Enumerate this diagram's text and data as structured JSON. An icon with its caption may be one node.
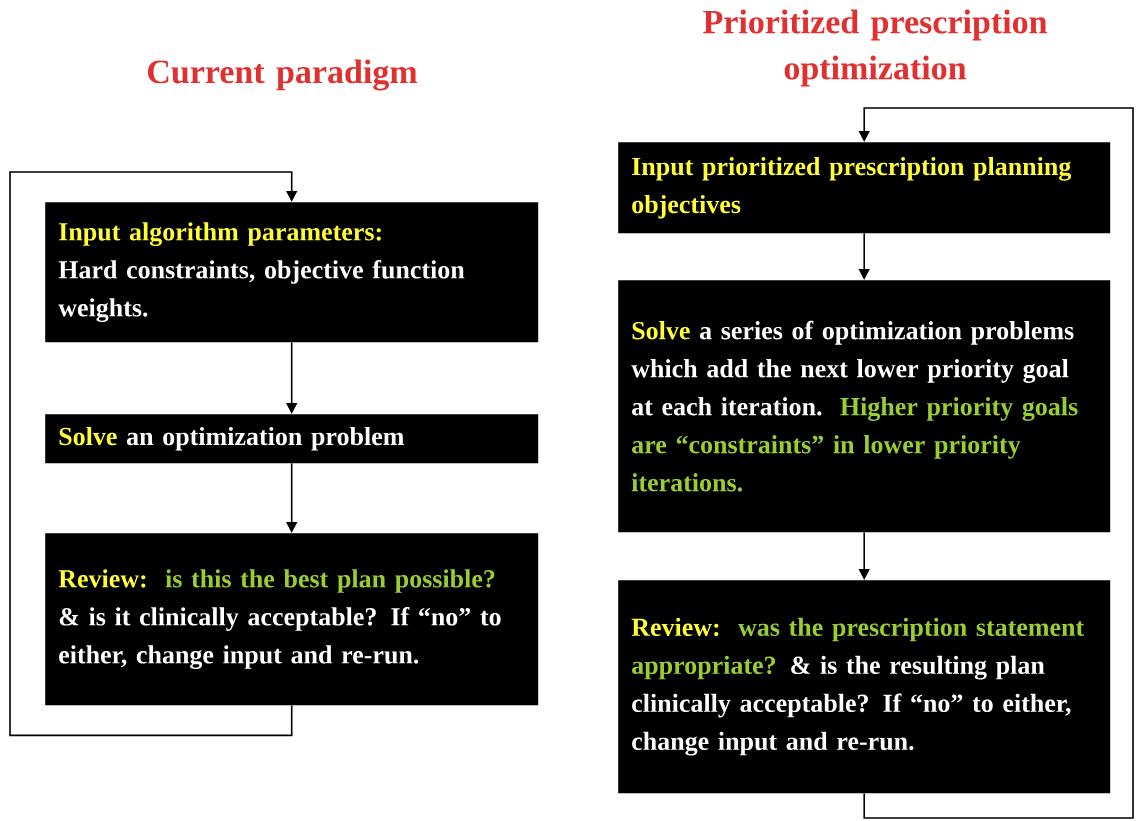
{
  "diagram": {
    "nodes": [
      {
        "text": [
          "Input algorithm parameters:",
          "Hard constraints, objective function weights."
        ]
      },
      {
        "text": [
          "Solve",
          "an optimization problem"
        ]
      },
      {
        "text": [
          "Review:",
          "is this the best plan possible?",
          "& is it clinically acceptable?  If “no” to either, change input and re-run."
        ]
      },
      {
        "text": [
          "Input prioritized prescription planning objectives"
        ]
      },
      {
        "text": [
          "Solve",
          "a series of optimization problems which add the next lower priority goal at each iteration.",
          "Higher priority goals are “constraints” in lower priority iterations."
        ]
      },
      {
        "text": [
          "Review:",
          "was the prescription statement appropriate?",
          "& is the resulting plan clinically acceptable?  If “no” to either, change input and re-run."
        ]
      }
    ],
    "edges": [
      {
        "from": 0,
        "to": 1,
        "arrow": "to"
      },
      {
        "from": 1,
        "to": 2,
        "arrow": "to"
      },
      {
        "from": 2,
        "to": 0,
        "arrow": "to"
      },
      {
        "from": 3,
        "to": 4,
        "arrow": "to"
      },
      {
        "from": 4,
        "to": 5,
        "arrow": "to"
      },
      {
        "from": 5,
        "to": 3,
        "arrow": "to"
      }
    ],
    "labels": [
      "Current paradigm",
      "Prioritized prescription optimization"
    ]
  }
}
